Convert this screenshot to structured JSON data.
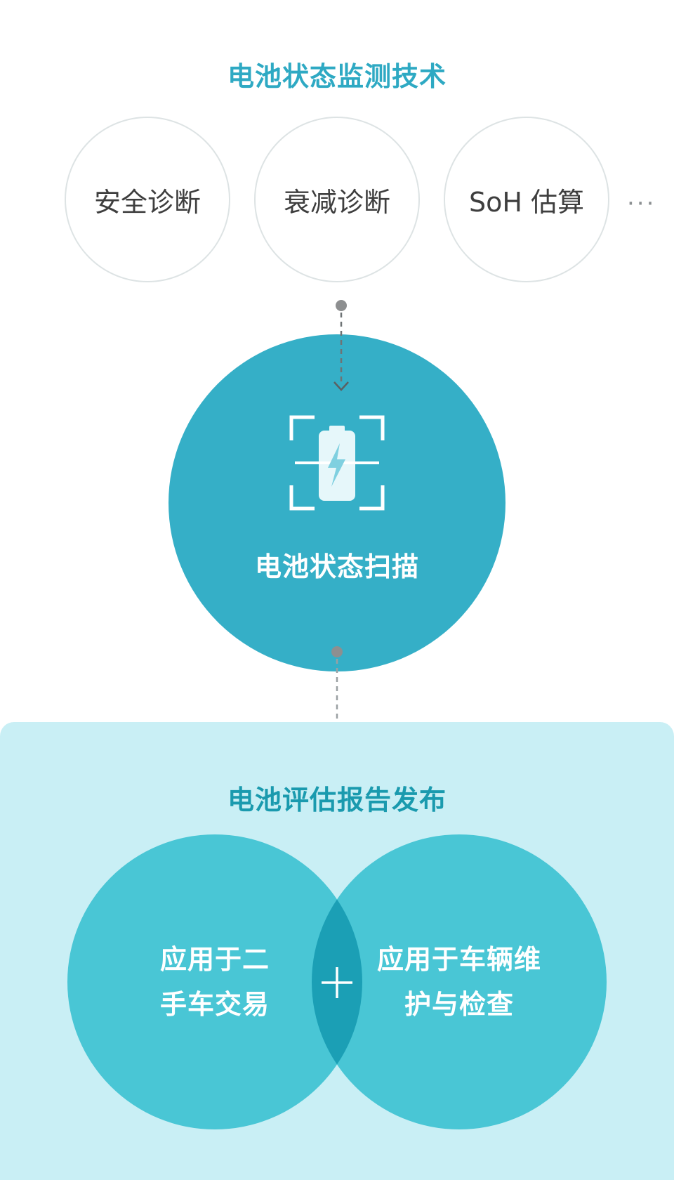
{
  "monitoring": {
    "title": "电池状态监测技术",
    "items": [
      "安全诊断",
      "衰减诊断",
      "SoH 估算"
    ],
    "more": "···"
  },
  "scan": {
    "label": "电池状态扫描",
    "icon": "battery-scan-icon"
  },
  "report": {
    "title": "电池评估报告发布",
    "left_line1": "应用于二",
    "left_line2": "手车交易",
    "right_line1": "应用于车辆维",
    "right_line2": "护与检查",
    "plus": "+"
  },
  "colors": {
    "title_teal": "#2ea9c3",
    "scan_fill": "#35afc7",
    "panel_bg": "#c9eff5",
    "venn_fill": "#49c6d5",
    "venn_overlap": "#1b9fb5"
  }
}
